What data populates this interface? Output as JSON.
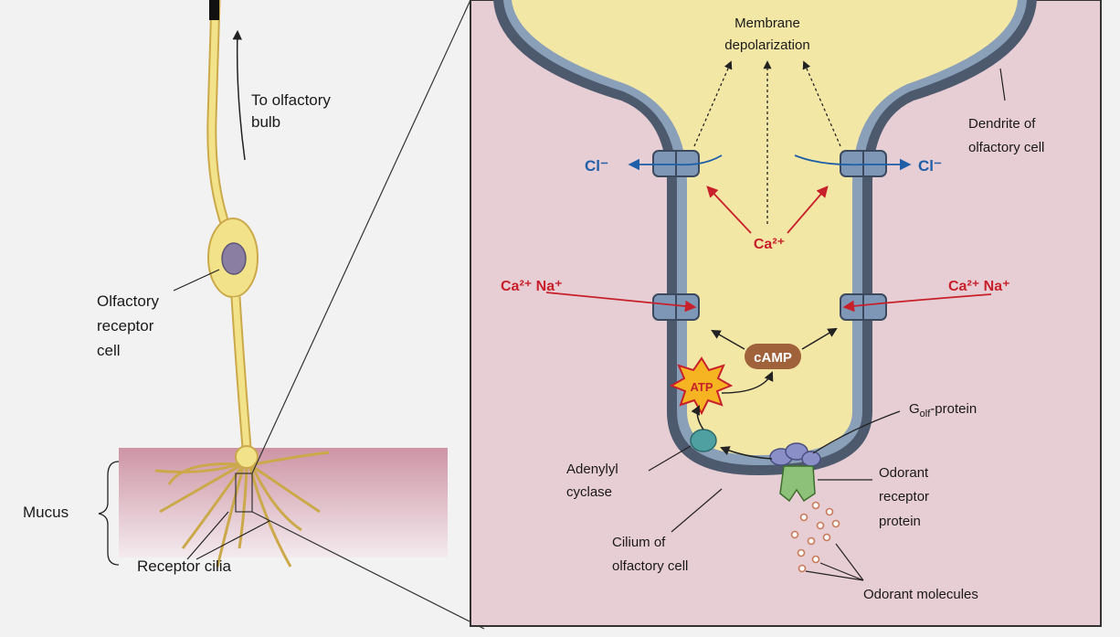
{
  "left_panel": {
    "to_bulb": [
      "To olfactory",
      "bulb"
    ],
    "receptor_cell": [
      "Olfactory",
      "receptor",
      "cell"
    ],
    "mucus": "Mucus",
    "cilia": "Receptor cilia"
  },
  "right_panel": {
    "depolarization": [
      "Membrane",
      "depolarization"
    ],
    "dendrite": [
      "Dendrite of",
      "olfactory cell"
    ],
    "cl_left": "Cl⁻",
    "cl_right": "Cl⁻",
    "ca_center": "Ca²⁺",
    "ca_na_left": "Ca²⁺  Na⁺",
    "ca_na_right": "Ca²⁺  Na⁺",
    "camp": "cAMP",
    "atp": "ATP",
    "golf": "G",
    "golf_sub": "olf",
    "golf_suffix": "-protein",
    "adenylyl": [
      "Adenylyl",
      "cyclase"
    ],
    "odorant_receptor": [
      "Odorant",
      "receptor",
      "protein"
    ],
    "cilium": [
      "Cilium of",
      "olfactory cell"
    ],
    "odorant_molecules": "Odorant molecules"
  },
  "colors": {
    "cell_fill": "#f3e7a6",
    "membrane": "#4d5a6e",
    "tissue": "#e4c2cc",
    "ion_red": "#c8202a",
    "ion_blue": "#1e5fa8",
    "camp_fill": "#a0623a",
    "atp_fill": "#f7b422"
  }
}
